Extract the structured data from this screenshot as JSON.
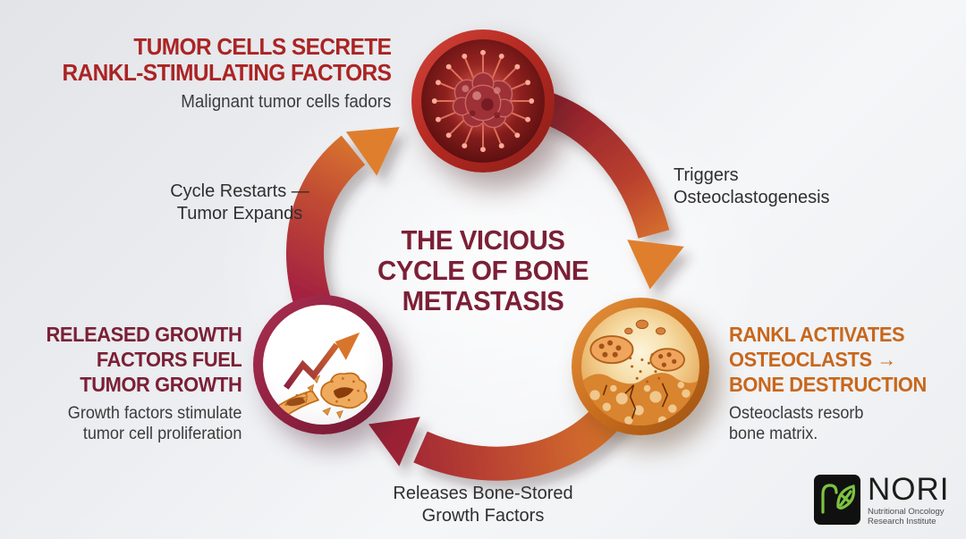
{
  "title": "THE VICIOUS CYCLE OF BONE METASTASIS",
  "center_title": {
    "lines": [
      "THE VICIOUS",
      "CYCLE OF BONE",
      "METASTASIS"
    ]
  },
  "nodes": {
    "tumor": {
      "heading_lines": [
        "TUMOR CELLS SECRETE",
        "RANKL-STIMULATING FACTORS"
      ],
      "subtitle": "Malignant tumor cells fadors"
    },
    "osteoclast": {
      "heading_lines": [
        "RANKL ACTIVATES",
        "OSTEOCLASTS →",
        "BONE DESTRUCTION"
      ],
      "subtitle_lines": [
        "Osteoclasts resorb",
        "bone matrix."
      ]
    },
    "growth": {
      "heading_lines": [
        "RELEASED GROWTH",
        "FACTORS FUEL",
        "TUMOR GROWTH"
      ],
      "subtitle_lines": [
        "Growth factors stimulate",
        "tumor cell proliferation"
      ]
    }
  },
  "arrow_labels": {
    "triggers": {
      "lines": [
        "Triggers",
        "Osteoclastogenesis"
      ]
    },
    "releases": {
      "lines": [
        "Releases Bone-Stored",
        "Growth Factors"
      ]
    },
    "restarts": {
      "lines": [
        "Cycle Restarts —",
        "Tumor Expands"
      ]
    }
  },
  "logo": {
    "name": "NORI",
    "tagline_lines": [
      "Nutritional Oncology",
      "Research Institute"
    ]
  },
  "colors": {
    "heading_red": "#ab2424",
    "maroon": "#7b2036",
    "orange_heading": "#c8671c",
    "body_text": "#3b3b3b",
    "arrow_orange": "#df7f2d",
    "arrow_crimson": "#9c2136",
    "ring_red": "#b52a22",
    "ring_orange": "#c96d1d",
    "ring_maroon": "#8e2040",
    "logo_green": "#7dc242"
  }
}
